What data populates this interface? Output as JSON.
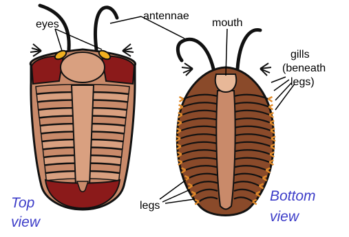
{
  "labels": {
    "eyes": "eyes",
    "antennae": "antennae",
    "mouth": "mouth",
    "gills_line1": "gills",
    "gills_line2": "(beneath",
    "gills_line3": "legs)",
    "legs": "legs"
  },
  "captions": {
    "top_line1": "Top",
    "top_line2": "view",
    "bottom_line1": "Bottom",
    "bottom_line2": "view"
  },
  "colors": {
    "caption_blue": "#3c3cc8",
    "shell_tan": "#c98a6a",
    "shell_dark_red": "#8b1a1a",
    "underside_brown": "#8a4a2a",
    "leg_orange": "#e08a2a",
    "eye_yellow": "#f0b020"
  }
}
